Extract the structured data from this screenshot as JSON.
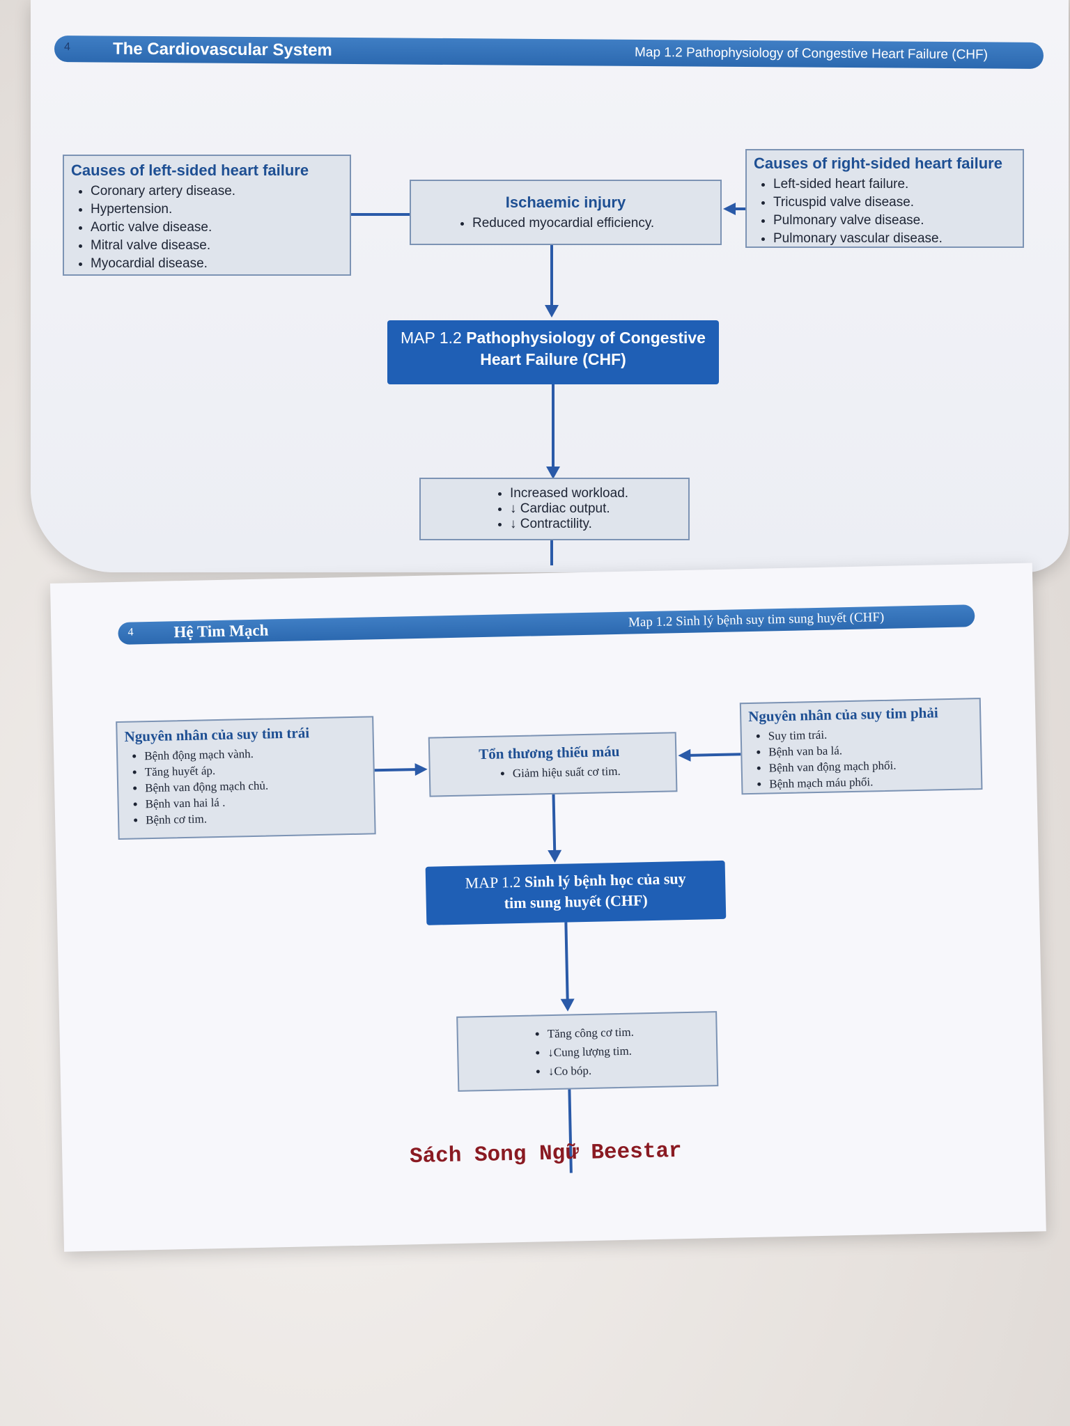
{
  "top_page": {
    "header": {
      "page_number": "4",
      "chapter": "The Cardiovascular System",
      "map_title": "Map 1.2  Pathophysiology of Congestive Heart Failure (CHF)"
    },
    "left_box": {
      "title": "Causes of left-sided heart failure",
      "items": [
        "Coronary artery disease.",
        "Hypertension.",
        "Aortic valve disease.",
        "Mitral valve disease.",
        "Myocardial disease."
      ]
    },
    "center_box": {
      "title": "Ischaemic injury",
      "items": [
        "Reduced myocardial efficiency."
      ]
    },
    "right_box": {
      "title": "Causes of right-sided heart failure",
      "items": [
        "Left-sided heart failure.",
        "Tricuspid valve disease.",
        "Pulmonary valve disease.",
        "Pulmonary vascular disease."
      ]
    },
    "main_box": {
      "prefix": "MAP 1.2",
      "line1": "Pathophysiology of Congestive",
      "line2": "Heart Failure (CHF)"
    },
    "bottom_box": {
      "items": [
        "Increased workload.",
        "↓ Cardiac output.",
        "↓ Contractility."
      ]
    }
  },
  "bottom_page": {
    "header": {
      "page_number": "4",
      "chapter": "Hệ Tim Mạch",
      "map_title": "Map 1.2 Sinh lý bệnh suy tim sung huyết (CHF)"
    },
    "left_box": {
      "title": "Nguyên nhân của suy tim trái",
      "items": [
        "Bệnh động mạch vành.",
        "Tăng huyết áp.",
        "Bệnh van động mạch chủ.",
        "Bệnh van hai lá .",
        "Bệnh cơ tim."
      ]
    },
    "center_box": {
      "title": "Tổn thương thiếu máu",
      "items": [
        "Giảm hiệu suất cơ tim."
      ]
    },
    "right_box": {
      "title": "Nguyên nhân của suy tim phải",
      "items": [
        "Suy tim trái.",
        "Bệnh van ba lá.",
        "Bệnh van động mạch phổi.",
        "Bệnh mạch máu phổi."
      ]
    },
    "main_box": {
      "prefix": "MAP 1.2",
      "line1": "Sinh lý bệnh học của suy",
      "line2": "tim sung huyết (CHF)"
    },
    "bottom_box": {
      "items": [
        "Tăng công cơ tim.",
        "↓Cung lượng tim.",
        "↓Co bóp."
      ]
    }
  },
  "watermark": "Sách Song Ngữ Beestar"
}
